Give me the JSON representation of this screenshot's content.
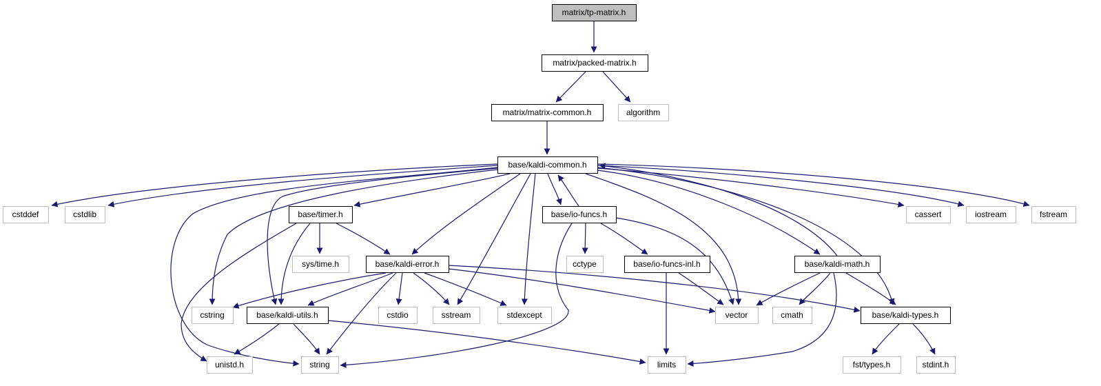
{
  "diagram": {
    "nodes": [
      {
        "id": "tpmatrix",
        "label": "matrix/tp-matrix.h",
        "style": "root"
      },
      {
        "id": "packed",
        "label": "matrix/packed-matrix.h",
        "style": "header"
      },
      {
        "id": "matcommon",
        "label": "matrix/matrix-common.h",
        "style": "header"
      },
      {
        "id": "algorithm",
        "label": "algorithm",
        "style": "external"
      },
      {
        "id": "kaldicommon",
        "label": "base/kaldi-common.h",
        "style": "header"
      },
      {
        "id": "cstddef",
        "label": "cstddef",
        "style": "external"
      },
      {
        "id": "cstdlib",
        "label": "cstdlib",
        "style": "external"
      },
      {
        "id": "timer",
        "label": "base/timer.h",
        "style": "header"
      },
      {
        "id": "iofuncs",
        "label": "base/io-funcs.h",
        "style": "header"
      },
      {
        "id": "cassert",
        "label": "cassert",
        "style": "external"
      },
      {
        "id": "iostream",
        "label": "iostream",
        "style": "external"
      },
      {
        "id": "fstream",
        "label": "fstream",
        "style": "external"
      },
      {
        "id": "systime",
        "label": "sys/time.h",
        "style": "external"
      },
      {
        "id": "kaldierror",
        "label": "base/kaldi-error.h",
        "style": "header"
      },
      {
        "id": "cctype",
        "label": "cctype",
        "style": "external"
      },
      {
        "id": "iofuncsinl",
        "label": "base/io-funcs-inl.h",
        "style": "header"
      },
      {
        "id": "kaldimath",
        "label": "base/kaldi-math.h",
        "style": "header"
      },
      {
        "id": "cstring",
        "label": "cstring",
        "style": "external"
      },
      {
        "id": "kaldiutils",
        "label": "base/kaldi-utils.h",
        "style": "header"
      },
      {
        "id": "cstdio",
        "label": "cstdio",
        "style": "external"
      },
      {
        "id": "sstream",
        "label": "sstream",
        "style": "external"
      },
      {
        "id": "stdexcept",
        "label": "stdexcept",
        "style": "external"
      },
      {
        "id": "vector",
        "label": "vector",
        "style": "external"
      },
      {
        "id": "cmath",
        "label": "cmath",
        "style": "external"
      },
      {
        "id": "kalditypes",
        "label": "base/kaldi-types.h",
        "style": "header"
      },
      {
        "id": "unistd",
        "label": "unistd.h",
        "style": "external"
      },
      {
        "id": "string",
        "label": "string",
        "style": "external"
      },
      {
        "id": "limits",
        "label": "limits",
        "style": "external"
      },
      {
        "id": "fsttypes",
        "label": "fst/types.h",
        "style": "external"
      },
      {
        "id": "stdint",
        "label": "stdint.h",
        "style": "external"
      }
    ],
    "edges": [
      {
        "from": "tpmatrix",
        "to": "packed"
      },
      {
        "from": "packed",
        "to": "matcommon"
      },
      {
        "from": "packed",
        "to": "algorithm"
      },
      {
        "from": "matcommon",
        "to": "kaldicommon"
      },
      {
        "from": "kaldicommon",
        "to": "cstddef"
      },
      {
        "from": "kaldicommon",
        "to": "cstdlib"
      },
      {
        "from": "kaldicommon",
        "to": "timer"
      },
      {
        "from": "kaldicommon",
        "to": "iofuncs"
      },
      {
        "from": "kaldicommon",
        "to": "cassert"
      },
      {
        "from": "kaldicommon",
        "to": "iostream"
      },
      {
        "from": "kaldicommon",
        "to": "fstream"
      },
      {
        "from": "kaldicommon",
        "to": "kaldierror"
      },
      {
        "from": "kaldicommon",
        "to": "kaldimath"
      },
      {
        "from": "kaldicommon",
        "to": "cstring"
      },
      {
        "from": "kaldicommon",
        "to": "kaldiutils"
      },
      {
        "from": "kaldicommon",
        "to": "sstream"
      },
      {
        "from": "kaldicommon",
        "to": "stdexcept"
      },
      {
        "from": "kaldicommon",
        "to": "vector"
      },
      {
        "from": "kaldicommon",
        "to": "kalditypes"
      },
      {
        "from": "kaldicommon",
        "to": "string"
      },
      {
        "from": "timer",
        "to": "systime"
      },
      {
        "from": "timer",
        "to": "kaldierror"
      },
      {
        "from": "timer",
        "to": "kaldiutils"
      },
      {
        "from": "timer",
        "to": "unistd"
      },
      {
        "from": "iofuncs",
        "to": "kaldicommon"
      },
      {
        "from": "iofuncs",
        "to": "cctype"
      },
      {
        "from": "iofuncs",
        "to": "iofuncsinl"
      },
      {
        "from": "iofuncs",
        "to": "vector"
      },
      {
        "from": "iofuncs",
        "to": "string"
      },
      {
        "from": "kaldierror",
        "to": "cstring"
      },
      {
        "from": "kaldierror",
        "to": "kaldiutils"
      },
      {
        "from": "kaldierror",
        "to": "cstdio"
      },
      {
        "from": "kaldierror",
        "to": "sstream"
      },
      {
        "from": "kaldierror",
        "to": "stdexcept"
      },
      {
        "from": "kaldierror",
        "to": "vector"
      },
      {
        "from": "kaldierror",
        "to": "kalditypes"
      },
      {
        "from": "kaldierror",
        "to": "string"
      },
      {
        "from": "iofuncsinl",
        "to": "vector"
      },
      {
        "from": "iofuncsinl",
        "to": "limits"
      },
      {
        "from": "kaldimath",
        "to": "kaldicommon"
      },
      {
        "from": "kaldimath",
        "to": "vector"
      },
      {
        "from": "kaldimath",
        "to": "cmath"
      },
      {
        "from": "kaldimath",
        "to": "kalditypes"
      },
      {
        "from": "kaldimath",
        "to": "limits"
      },
      {
        "from": "kaldiutils",
        "to": "unistd"
      },
      {
        "from": "kaldiutils",
        "to": "string"
      },
      {
        "from": "kaldiutils",
        "to": "limits"
      },
      {
        "from": "kalditypes",
        "to": "fsttypes"
      },
      {
        "from": "kalditypes",
        "to": "stdint"
      }
    ]
  },
  "colors": {
    "edge": "#191970",
    "root_fill": "#bfbfbf",
    "header_border": "#000000",
    "external_border": "#bfbfbf",
    "text": "#000000"
  }
}
